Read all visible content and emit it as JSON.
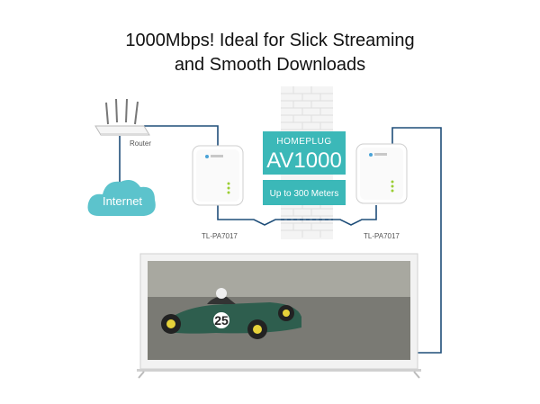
{
  "headline": {
    "line1": "1000Mbps! Ideal for Slick Streaming",
    "line2": "and Smooth Downloads"
  },
  "router": {
    "label": "Router"
  },
  "internet": {
    "label": "Internet"
  },
  "homeplug": {
    "standard": "HOMEPLUG",
    "speed": "AV1000",
    "range": "Up to 300 Meters"
  },
  "adapter_left": {
    "model": "TL-PA7017"
  },
  "adapter_right": {
    "model": "TL-PA7017"
  },
  "tv": {
    "car_number": "25"
  },
  "colors": {
    "teal": "#3bb8b8",
    "cable": "#1f4e79",
    "cloud": "#5cc3cc",
    "brick": "#ececec"
  }
}
